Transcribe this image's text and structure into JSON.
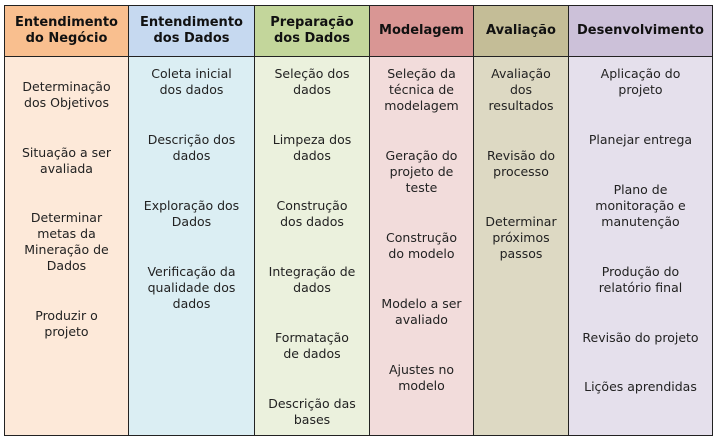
{
  "columns": [
    {
      "title": "Entendimento do Negócio",
      "header_color": "#f9bf8f",
      "body_color": "#fde9d9",
      "items": [
        "Determinação dos Objetivos",
        "Situação a ser avaliada",
        "Determinar metas da Mineração de Dados",
        "Produzir o projeto"
      ]
    },
    {
      "title": "Entendimento dos Dados",
      "header_color": "#c6d9f0",
      "body_color": "#dbeef3",
      "items": [
        "Coleta inicial dos dados",
        "Descrição dos dados",
        "Exploração dos Dados",
        "Verificação da qualidade dos dados"
      ]
    },
    {
      "title": "Preparação dos Dados",
      "header_color": "#c3d69b",
      "body_color": "#ebf1dd",
      "items": [
        "Seleção dos dados",
        "Limpeza dos dados",
        "Construção dos dados",
        "Integração de dados",
        "Formatação de dados",
        "Descrição das bases"
      ]
    },
    {
      "title": "Modelagem",
      "header_color": "#d99694",
      "body_color": "#f2dcdb",
      "items": [
        "Seleção da técnica de modelagem",
        "Geração do projeto de teste",
        "Construção do modelo",
        "Modelo a ser avaliado",
        "Ajustes no modelo"
      ]
    },
    {
      "title": "Avaliação",
      "header_color": "#c4bd97",
      "body_color": "#ddd9c3",
      "items": [
        "Avaliação dos resultados",
        "Revisão do processo",
        "Determinar próximos passos"
      ]
    },
    {
      "title": "Desenvolvimento",
      "header_color": "#ccc1d9",
      "body_color": "#e5e0ec",
      "items": [
        "Aplicação do projeto",
        "Planejar entrega",
        "Plano de monitoração e manutenção",
        "Produção do relatório final",
        "Revisão do projeto",
        "Lições aprendidas"
      ]
    }
  ]
}
